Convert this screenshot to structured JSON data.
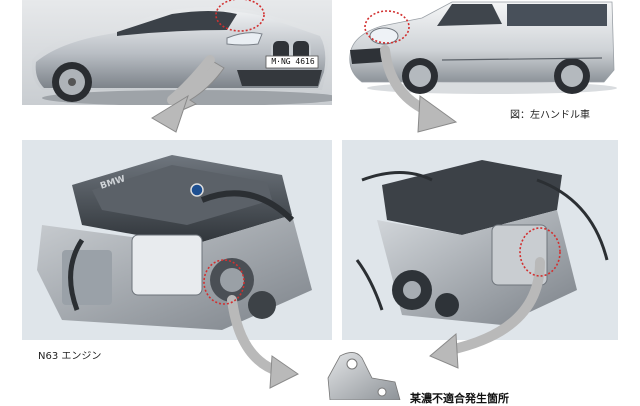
{
  "captions": {
    "left_hand_drive": "図：左ハンドル車",
    "engine_name": "N63 エンジン",
    "bottom_partial": "某濃不適合発生箇所"
  },
  "license_plate": "M·NG 4616",
  "engine_logo": "BMW",
  "photos": {
    "car_left": "bmw-7-series-sedan",
    "car_right": "mini-countryman",
    "engine_left": "n63-v8-engine",
    "engine_right": "mini-inline-4-engine",
    "part": "cast-metal-bracket"
  },
  "colors": {
    "highlight_circle": "#d23030",
    "arrow_fill": "#b9b9b9",
    "arrow_stroke": "#8a8a8a",
    "panel_bg": "#dfe5ea"
  }
}
